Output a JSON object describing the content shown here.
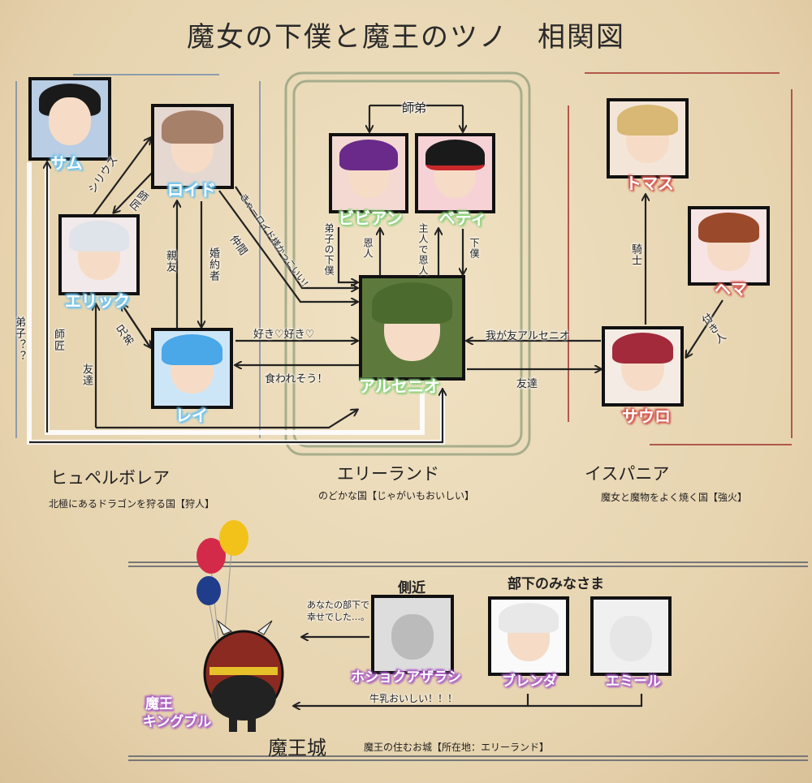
{
  "title": "魔女の下僕と魔王のツノ　相関図",
  "colors": {
    "blue_name": "#6ec3ef",
    "green_name": "#8fd17f",
    "red_name": "#d2574f",
    "purple_name": "#a85ac4",
    "paper": "#ead9b8"
  },
  "characters": {
    "sam": "サム",
    "lloyd": "ロイド",
    "eric": "エリック",
    "rei": "レイ",
    "vivian": "ビビアン",
    "betty": "ベティ",
    "arsenio": "アルセニオ",
    "thomas": "トマス",
    "hema": "ヘマ",
    "saulo": "サウロ",
    "hoshoku": "ホショクアザラシ",
    "brenda": "ブレンダ",
    "emil": "エミール",
    "king_line1": "魔王",
    "king_line2": "キングブル"
  },
  "relations": {
    "sirius": "シリウス",
    "shisho1": "師匠",
    "shinyu": "親友",
    "konyakusha": "婚約者",
    "nakama": "仲間",
    "kyaa": "きゃーロイド様かっこいい！",
    "suki": "好き♡好き♡",
    "kuware": "食われそう！",
    "kyodai": "兄弟",
    "tomodachi1": "友達",
    "shisho2": "師匠",
    "deshi": "弟子？？",
    "shitei": "師弟",
    "deshi_geboku": "弟子の下僕",
    "onjin": "恩人",
    "shujin_onjin": "主人で恩人",
    "geboku": "下僕",
    "wagatomo": "我が友アルセニオ",
    "tomodachi2": "友達",
    "kishi": "騎士",
    "tsukibito": "付き人",
    "anata": "あなたの部下で幸せでした…。",
    "gyunyu": "牛乳おいしい！！！"
  },
  "regions": {
    "hyperborea": "ヒュペルボレア",
    "hyperborea_sub": "北極にあるドラゴンを狩る国【狩人】",
    "eliland": "エリーランド",
    "eliland_sub": "のどかな国【じゃがいもおいしい】",
    "ispania": "イスパニア",
    "ispania_sub": "魔女と魔物をよく焼く国【強火】",
    "castle": "魔王城",
    "castle_sub": "魔王の住むお城【所在地：エリーランド】"
  },
  "castle_headings": {
    "sokkin": "側近",
    "buka": "部下のみなさま"
  }
}
